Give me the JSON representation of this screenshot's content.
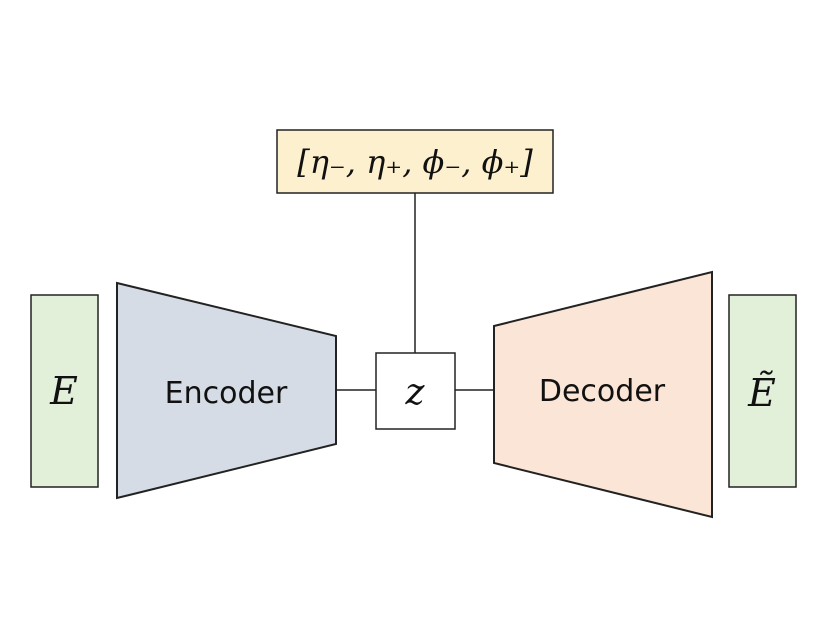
{
  "diagram": {
    "input": {
      "label": "E",
      "color": "#e2efd9"
    },
    "encoder": {
      "label": "Encoder",
      "color": "#d6dce5"
    },
    "latent": {
      "label": "z",
      "color": "#ffffff"
    },
    "params": {
      "label": "[η₋, η₊, ϕ₋, ϕ₊]",
      "color": "#fdf0cf"
    },
    "decoder": {
      "label": "Decoder",
      "color": "#fbe5d6"
    },
    "output": {
      "label": "Ẽ",
      "color": "#e2efd9"
    },
    "stroke": "#222222"
  }
}
